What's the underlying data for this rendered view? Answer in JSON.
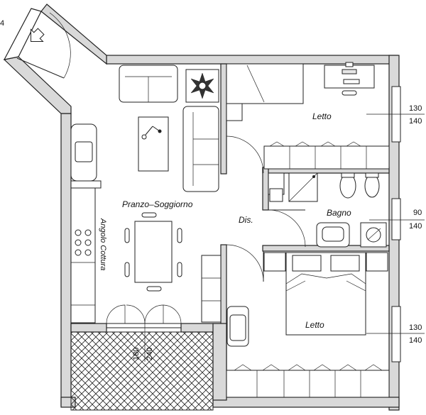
{
  "rooms": {
    "living": "Pranzo–Soggiorno",
    "bedroom_top": "Letto",
    "bedroom_bottom": "Letto",
    "bathroom": "Bagno",
    "hall": "Dis.",
    "kitchen": "Angolo Cottura"
  },
  "dims": {
    "win_top_a": "130",
    "win_top_b": "140",
    "win_bath_a": "90",
    "win_bath_b": "140",
    "win_bot_a": "130",
    "win_bot_b": "140",
    "balcony_a": "180",
    "balcony_b": "240"
  },
  "corner_mark": "4",
  "icons": {
    "entrance": "entrance-arrow-icon",
    "plant": "plant-icon",
    "lamp": "lamp-icon"
  },
  "colors": {
    "wall": "#d9d9d9",
    "hatch": "#222222",
    "line": "#222222"
  }
}
